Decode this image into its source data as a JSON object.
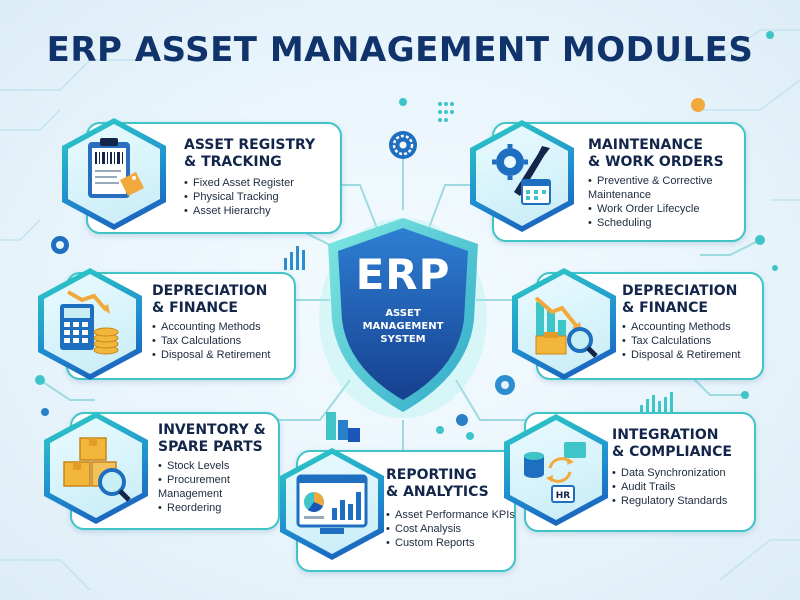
{
  "title": "ERP ASSET MANAGEMENT MODULES",
  "center": {
    "label": "ERP",
    "sub": [
      "ASSET",
      "MANAGEMENT",
      "SYSTEM"
    ]
  },
  "modules": [
    {
      "title": [
        "ASSET REGISTRY",
        "& TRACKING"
      ],
      "icon": "clipboard-barcode-icon",
      "items": [
        [
          "Fixed Asset Register"
        ],
        [
          "Physical Tracking"
        ],
        [
          "Asset Hierarchy"
        ]
      ]
    },
    {
      "title": [
        "MAINTENANCE",
        "& WORK ORDERS"
      ],
      "icon": "wrench-gear-calendar-icon",
      "items": [
        [
          "Preventive & Corrective",
          "Maintenance"
        ],
        [
          "Work Order Lifecycle"
        ],
        [
          "Scheduling"
        ]
      ]
    },
    {
      "title": [
        "DEPRECIATION",
        "& FINANCE"
      ],
      "icon": "calculator-coins-icon",
      "items": [
        [
          "Accounting Methods"
        ],
        [
          "Tax Calculations"
        ],
        [
          "Disposal & Retirement"
        ]
      ]
    },
    {
      "title": [
        "DEPRECIATION",
        "& FINANCE"
      ],
      "icon": "declining-chart-magnifier-icon",
      "items": [
        [
          "Accounting Methods"
        ],
        [
          "Tax Calculations"
        ],
        [
          "Disposal & Retirement"
        ]
      ]
    },
    {
      "title": [
        "INVENTORY &",
        "SPARE PARTS"
      ],
      "icon": "boxes-magnifier-icon",
      "items": [
        [
          "Stock Levels"
        ],
        [
          "Procurement",
          "Management"
        ],
        [
          "Reordering"
        ]
      ]
    },
    {
      "title": [
        "REPORTING",
        "& ANALYTICS"
      ],
      "icon": "dashboard-charts-icon",
      "items": [
        [
          "Asset Performance KPIs"
        ],
        [
          "Cost Analysis"
        ],
        [
          "Custom Reports"
        ]
      ]
    },
    {
      "title": [
        "INTEGRATION",
        "& COMPLIANCE"
      ],
      "icon": "database-sync-hr-icon",
      "items": [
        [
          "Data Synchronization"
        ],
        [
          "Audit Trails"
        ],
        [
          "Regulatory Standards"
        ]
      ]
    }
  ],
  "hr_label": "HR",
  "colors": {
    "title": "#10336b",
    "accent_teal": "#3fc4c8",
    "accent_blue": "#1a56b8",
    "shield": "#1f4f9e"
  }
}
